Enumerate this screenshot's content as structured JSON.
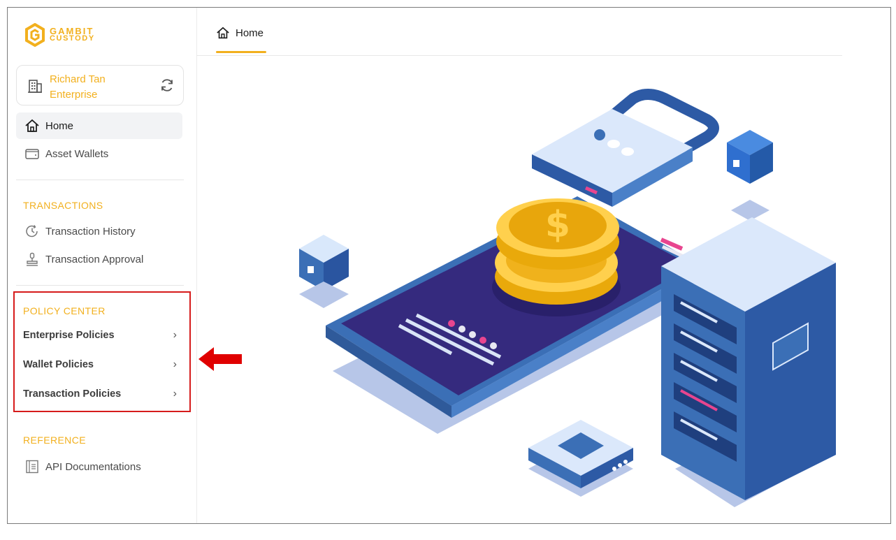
{
  "brand": {
    "line1": "GAMBIT",
    "line2": "CUSTODY",
    "color": "#f2b01e"
  },
  "enterprise": {
    "name": "Richard Tan Enterprise",
    "icon": "building-icon",
    "action_icon": "refresh-icon"
  },
  "nav": {
    "home": "Home",
    "asset_wallets": "Asset Wallets"
  },
  "sections": {
    "transactions": {
      "title": "TRANSACTIONS",
      "items": [
        "Transaction History",
        "Transaction Approval"
      ]
    },
    "policy_center": {
      "title": "POLICY CENTER",
      "items": [
        "Enterprise Policies",
        "Wallet Policies",
        "Transaction Policies"
      ]
    },
    "reference": {
      "title": "REFERENCE",
      "items": [
        "API Documentations"
      ]
    }
  },
  "tabs": {
    "active": "Home"
  },
  "annotation": {
    "highlight_color": "#d61b1b",
    "arrow_color": "#e00000"
  },
  "colors": {
    "accent": "#f2b01e",
    "active_bg": "#f2f3f5",
    "illustration_primary": "#3b6fb6",
    "illustration_dark": "#352a7e"
  }
}
